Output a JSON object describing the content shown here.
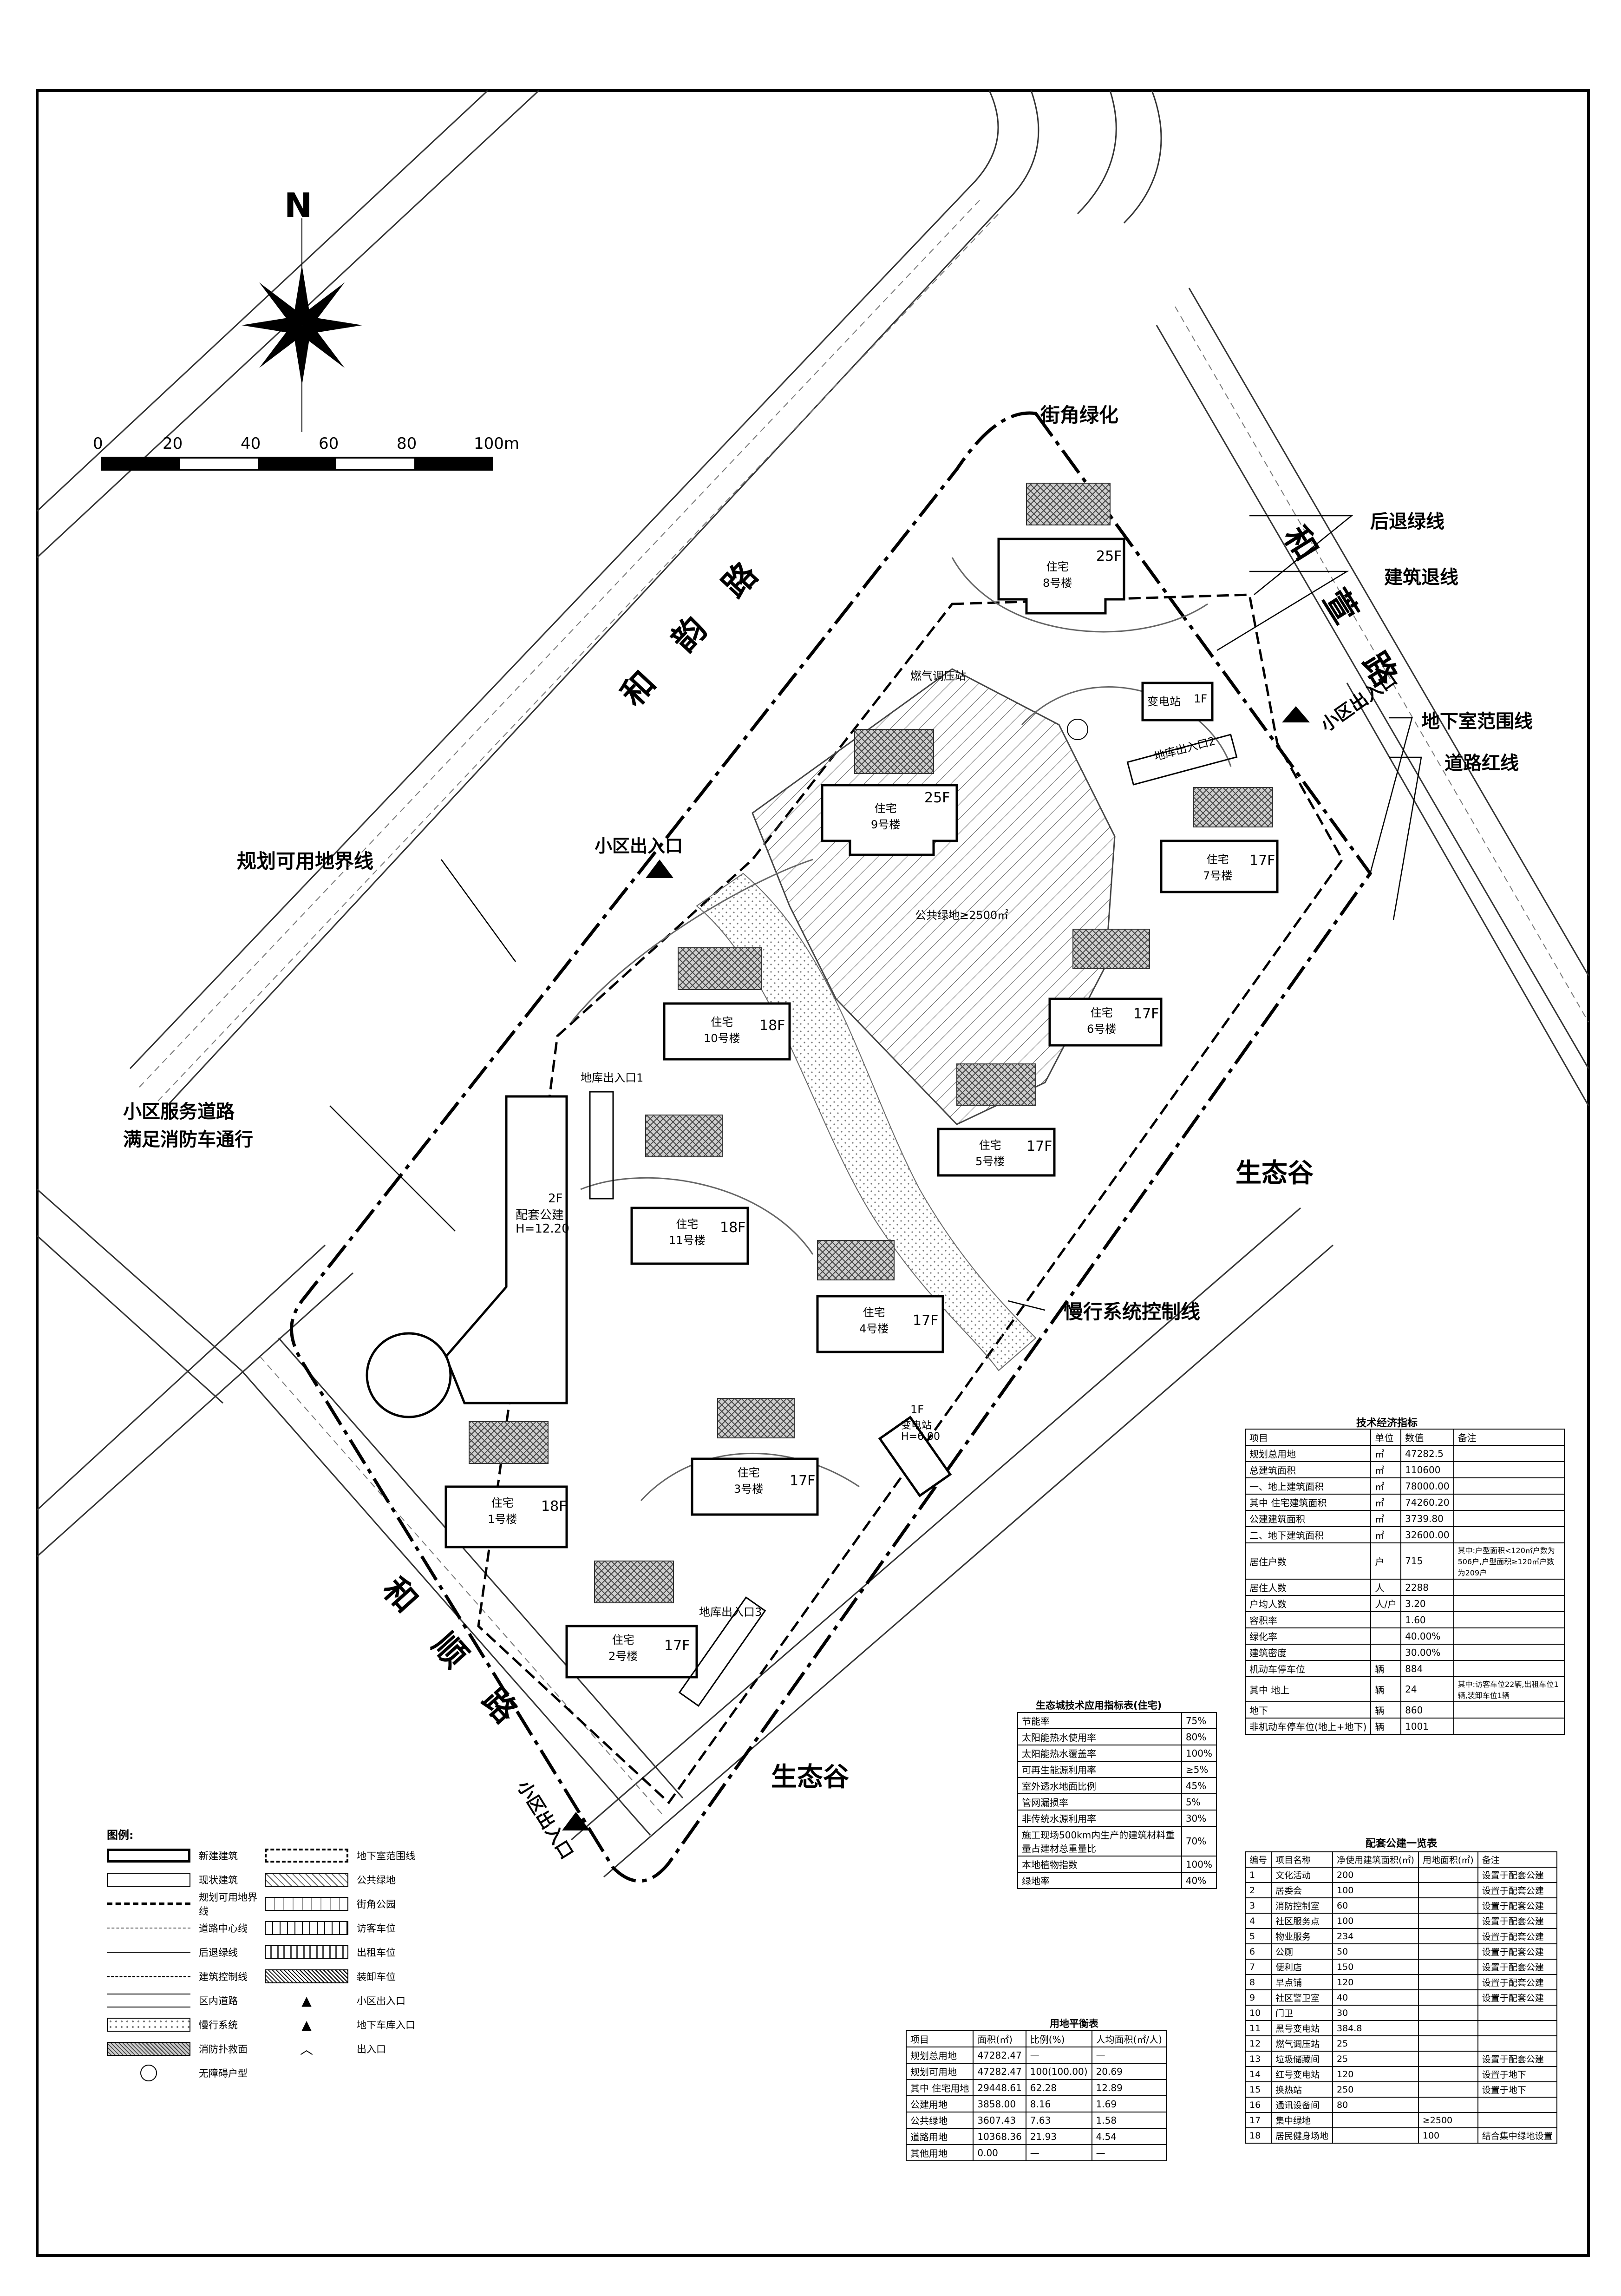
{
  "compass": {
    "label": "N"
  },
  "scale": {
    "ticks": [
      "0",
      "20",
      "40",
      "60",
      "80",
      "100m"
    ]
  },
  "roads": {
    "heyun": "和韵路",
    "hexuan": "和萱路",
    "heshun": "和顺路"
  },
  "callouts": {
    "corner_green": "街角绿化",
    "setback_green": "后退绿线",
    "building_setback": "建筑退线",
    "basement_line": "地下室范围线",
    "road_red_line": "道路红线",
    "boundary": "规划可用地界线",
    "service_road_1": "小区服务道路",
    "service_road_2": "满足消防车通行",
    "slow_system": "慢行系统控制线"
  },
  "site": {
    "eco_valley": "生态谷",
    "entrance": "小区出入口",
    "garage_1": "地库出入口1",
    "garage_2": "地库出入口2",
    "garage_3": "地库出入口3",
    "public_green": "公共绿地≥2500㎡",
    "gas_station": "燃气调压站",
    "substation": "变电站",
    "substation_h": "H=6.00",
    "aux_building_floor": "2F",
    "aux_building_name": "配套公建",
    "aux_building_h": "H=12.20",
    "one_f": "1F"
  },
  "buildings": [
    {
      "name": "8号楼",
      "type": "住宅",
      "floors": "25F"
    },
    {
      "name": "9号楼",
      "type": "住宅",
      "floors": "25F"
    },
    {
      "name": "7号楼",
      "type": "住宅",
      "floors": "17F"
    },
    {
      "name": "6号楼",
      "type": "住宅",
      "floors": "17F"
    },
    {
      "name": "10号楼",
      "type": "住宅",
      "floors": "18F"
    },
    {
      "name": "5号楼",
      "type": "住宅",
      "floors": "17F"
    },
    {
      "name": "11号楼",
      "type": "住宅",
      "floors": "18F"
    },
    {
      "name": "4号楼",
      "type": "住宅",
      "floors": "17F"
    },
    {
      "name": "3号楼",
      "type": "住宅",
      "floors": "17F"
    },
    {
      "name": "1号楼",
      "type": "住宅",
      "floors": "18F"
    },
    {
      "name": "2号楼",
      "type": "住宅",
      "floors": "17F"
    }
  ],
  "legend": {
    "title": "图例:",
    "items": [
      "新建建筑",
      "地下室范围线",
      "现状建筑",
      "公共绿地",
      "规划可用地界线",
      "街角公园",
      "道路中心线",
      "访客车位",
      "后退绿线",
      "出租车位",
      "建筑控制线",
      "装卸车位",
      "区内道路",
      "小区出入口",
      "慢行系统",
      "地下车库入口",
      "消防扑救面",
      "出入口",
      "无障碍户型"
    ]
  },
  "tech_table": {
    "title": "技术经济指标",
    "headers": [
      "项目",
      "单位",
      "数值",
      "备注"
    ],
    "rows": [
      [
        "规划总用地",
        "㎡",
        "47282.5",
        ""
      ],
      [
        "总建筑面积",
        "㎡",
        "110600",
        ""
      ],
      [
        "一、地上建筑面积",
        "㎡",
        "78000.00",
        ""
      ],
      [
        "其中 住宅建筑面积",
        "㎡",
        "74260.20",
        ""
      ],
      [
        "公建建筑面积",
        "㎡",
        "3739.80",
        ""
      ],
      [
        "二、地下建筑面积",
        "㎡",
        "32600.00",
        ""
      ],
      [
        "居住户数",
        "户",
        "715",
        "其中:户型面积<120㎡户数为506户,户型面积≥120㎡户数为209户"
      ],
      [
        "居住人数",
        "人",
        "2288",
        ""
      ],
      [
        "户均人数",
        "人/户",
        "3.20",
        ""
      ],
      [
        "容积率",
        "",
        "1.60",
        ""
      ],
      [
        "绿化率",
        "",
        "40.00%",
        ""
      ],
      [
        "建筑密度",
        "",
        "30.00%",
        ""
      ],
      [
        "机动车停车位",
        "辆",
        "884",
        ""
      ],
      [
        "其中 地上",
        "辆",
        "24",
        "其中:访客车位22辆,出租车位1辆,装卸车位1辆"
      ],
      [
        "地下",
        "辆",
        "860",
        ""
      ],
      [
        "非机动车停车位(地上+地下)",
        "辆",
        "1001",
        ""
      ]
    ]
  },
  "eco_table": {
    "title": "生态城技术应用指标表(住宅)",
    "rows": [
      [
        "节能率",
        "75%"
      ],
      [
        "太阳能热水使用率",
        "80%"
      ],
      [
        "太阳能热水覆盖率",
        "100%"
      ],
      [
        "可再生能源利用率",
        "≥5%"
      ],
      [
        "室外透水地面比例",
        "45%"
      ],
      [
        "管网漏损率",
        "5%"
      ],
      [
        "非传统水源利用率",
        "30%"
      ],
      [
        "施工现场500km内生产的建筑材料重量占建材总重量比",
        "70%"
      ],
      [
        "本地植物指数",
        "100%"
      ],
      [
        "绿地率",
        "40%"
      ]
    ]
  },
  "land_table": {
    "title": "用地平衡表",
    "headers": [
      "项目",
      "面积(㎡)",
      "比例(%)",
      "人均面积(㎡/人)"
    ],
    "rows": [
      [
        "规划总用地",
        "47282.47",
        "—",
        "—"
      ],
      [
        "规划可用地",
        "47282.47",
        "100(100.00)",
        "20.69"
      ],
      [
        "其中 住宅用地",
        "29448.61",
        "62.28",
        "12.89"
      ],
      [
        "公建用地",
        "3858.00",
        "8.16",
        "1.69"
      ],
      [
        "公共绿地",
        "3607.43",
        "7.63",
        "1.58"
      ],
      [
        "道路用地",
        "10368.36",
        "21.93",
        "4.54"
      ],
      [
        "其他用地",
        "0.00",
        "—",
        "—"
      ]
    ]
  },
  "facility_table": {
    "title": "配套公建一览表",
    "headers": [
      "编号",
      "项目名称",
      "净使用建筑面积(㎡)",
      "用地面积(㎡)",
      "备注"
    ],
    "rows": [
      [
        "1",
        "文化活动",
        "200",
        "",
        "设置于配套公建"
      ],
      [
        "2",
        "居委会",
        "100",
        "",
        "设置于配套公建"
      ],
      [
        "3",
        "消防控制室",
        "60",
        "",
        "设置于配套公建"
      ],
      [
        "4",
        "社区服务点",
        "100",
        "",
        "设置于配套公建"
      ],
      [
        "5",
        "物业服务",
        "234",
        "",
        "设置于配套公建"
      ],
      [
        "6",
        "公厕",
        "50",
        "",
        "设置于配套公建"
      ],
      [
        "7",
        "便利店",
        "150",
        "",
        "设置于配套公建"
      ],
      [
        "8",
        "早点铺",
        "120",
        "",
        "设置于配套公建"
      ],
      [
        "9",
        "社区警卫室",
        "40",
        "",
        "设置于配套公建"
      ],
      [
        "10",
        "门卫",
        "30",
        "",
        ""
      ],
      [
        "11",
        "黑号变电站",
        "384.8",
        "",
        ""
      ],
      [
        "12",
        "燃气调压站",
        "25",
        "",
        ""
      ],
      [
        "13",
        "垃圾储藏间",
        "25",
        "",
        "设置于配套公建"
      ],
      [
        "14",
        "红号变电站",
        "120",
        "",
        "设置于地下"
      ],
      [
        "15",
        "换热站",
        "250",
        "",
        "设置于地下"
      ],
      [
        "16",
        "通讯设备间",
        "80",
        "",
        ""
      ],
      [
        "17",
        "集中绿地",
        "",
        "≥2500",
        ""
      ],
      [
        "18",
        "居民健身场地",
        "",
        "100",
        "结合集中绿地设置"
      ]
    ]
  }
}
